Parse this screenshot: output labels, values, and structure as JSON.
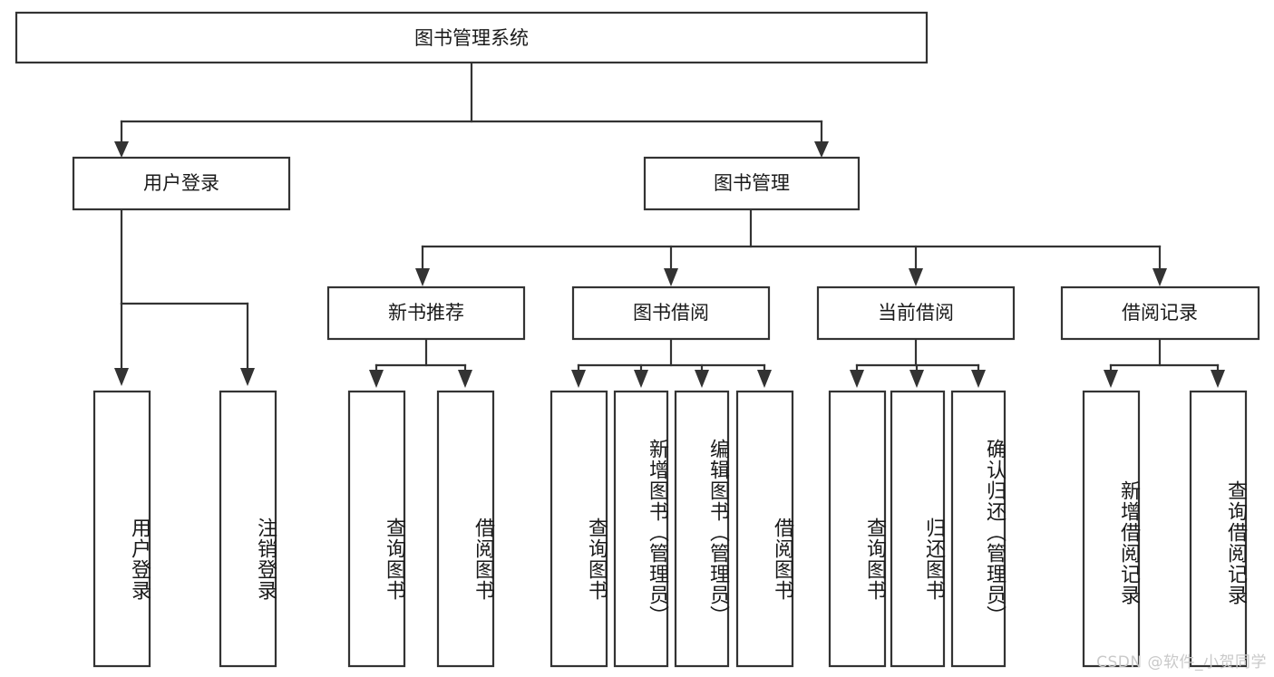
{
  "diagram": {
    "type": "tree",
    "title": "图书管理系统",
    "watermark": "CSDN @软件_小贺同学",
    "colors": {
      "box_stroke": "#333333",
      "box_fill": "#ffffff",
      "text": "#1a1a1a",
      "background": "#ffffff",
      "watermark_text": "#c9c9c9"
    },
    "root": {
      "label": "图书管理系统"
    },
    "level2": [
      {
        "label": "用户登录"
      },
      {
        "label": "图书管理"
      }
    ],
    "level3": [
      {
        "label": "新书推荐"
      },
      {
        "label": "图书借阅"
      },
      {
        "label": "当前借阅"
      },
      {
        "label": "借阅记录"
      }
    ],
    "leaves": {
      "user_login": [
        {
          "label": "用户登录"
        },
        {
          "label": "注销登录"
        }
      ],
      "new_book_recommend": [
        {
          "label": "查询图书"
        },
        {
          "label": "借阅图书"
        }
      ],
      "book_borrow": [
        {
          "label": "查询图书"
        },
        {
          "label": "新增图书（管理员）"
        },
        {
          "label": "编辑图书（管理员）"
        },
        {
          "label": "借阅图书"
        }
      ],
      "current_borrow": [
        {
          "label": "查询图书"
        },
        {
          "label": "归还图书"
        },
        {
          "label": "确认归还（管理员）"
        }
      ],
      "borrow_record": [
        {
          "label": "新增借阅记录"
        },
        {
          "label": "查询借阅记录"
        }
      ]
    }
  }
}
